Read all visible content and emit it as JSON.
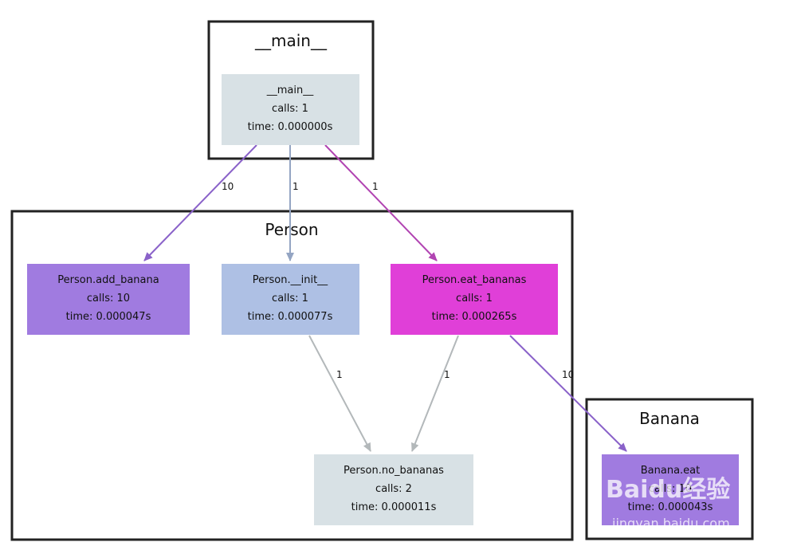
{
  "clusters": {
    "main": {
      "title": "__main__"
    },
    "person": {
      "title": "Person"
    },
    "banana": {
      "title": "Banana"
    }
  },
  "nodes": {
    "main": {
      "name": "__main__",
      "calls": "calls: 1",
      "time": "time: 0.000000s",
      "color": "#d8e1e5"
    },
    "add_banana": {
      "name": "Person.add_banana",
      "calls": "calls: 10",
      "time": "time: 0.000047s",
      "color": "#a07be0"
    },
    "init": {
      "name": "Person.__init__",
      "calls": "calls: 1",
      "time": "time: 0.000077s",
      "color": "#aec0e4"
    },
    "eat_bananas": {
      "name": "Person.eat_bananas",
      "calls": "calls: 1",
      "time": "time: 0.000265s",
      "color": "#e03fd8"
    },
    "no_bananas": {
      "name": "Person.no_bananas",
      "calls": "calls: 2",
      "time": "time: 0.000011s",
      "color": "#d8e1e5"
    },
    "banana_eat": {
      "name": "Banana.eat",
      "calls": "calls: 10",
      "time": "time: 0.000043s",
      "color": "#a07be0"
    }
  },
  "edges": {
    "main_add_banana": {
      "label": "10",
      "color": "#8a62c9"
    },
    "main_init": {
      "label": "1",
      "color": "#94a5c3"
    },
    "main_eat_bananas": {
      "label": "1",
      "color": "#b144b2"
    },
    "init_no_bananas": {
      "label": "1",
      "color": "#b3b8ba"
    },
    "eat_no_bananas": {
      "label": "1",
      "color": "#b3b8ba"
    },
    "eat_banana_eat": {
      "label": "10",
      "color": "#8a62c9"
    }
  },
  "watermark": {
    "brand": "Baidu经验",
    "url": "jingyan.baidu.com"
  }
}
